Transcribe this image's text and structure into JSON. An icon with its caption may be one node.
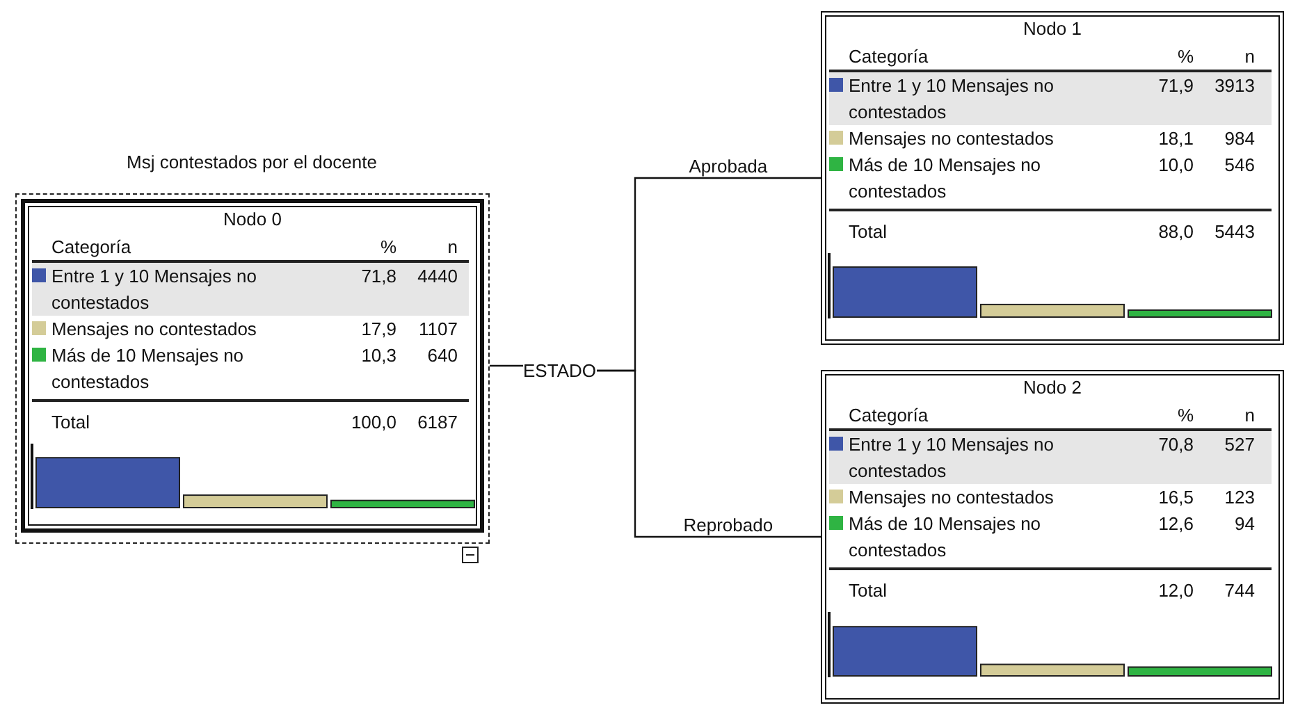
{
  "diagram": {
    "nodes": [
      {
        "text": [
          "Nodo 0",
          "Categoría",
          "%",
          "n",
          "Entre 1 y 10 Mensajes no contestados",
          "71,8",
          "4440",
          "Mensajes no contestados",
          "17,9",
          "1107",
          "Más de 10 Mensajes no contestados",
          "10,3",
          "640",
          "Total",
          "100,0",
          "6187"
        ],
        "beside": [
          "Msj contestados por el docente"
        ]
      },
      {
        "text": [
          "ESTADO"
        ]
      },
      {
        "text": [
          "Nodo 1",
          "Categoría",
          "%",
          "n",
          "Entre 1 y 10 Mensajes no contestados",
          "71,9",
          "3913",
          "Mensajes no contestados",
          "18,1",
          "984",
          "Más de 10 Mensajes no contestados",
          "10,0",
          "546",
          "Total",
          "88,0",
          "5443"
        ]
      },
      {
        "text": [
          "Nodo 2",
          "Categoría",
          "%",
          "n",
          "Entre 1 y 10 Mensajes no contestados",
          "70,8",
          "527",
          "Mensajes no contestados",
          "16,5",
          "123",
          "Más de 10 Mensajes no contestados",
          "12,6",
          "94",
          "Total",
          "12,0",
          "744"
        ]
      }
    ],
    "edges": [
      {
        "from": 0,
        "to": 1,
        "arrow": "none"
      },
      {
        "from": 1,
        "to": 2,
        "arrow": "none",
        "label": "Aprobada"
      },
      {
        "from": 1,
        "to": 3,
        "arrow": "none",
        "label": "Reprobado"
      }
    ]
  }
}
